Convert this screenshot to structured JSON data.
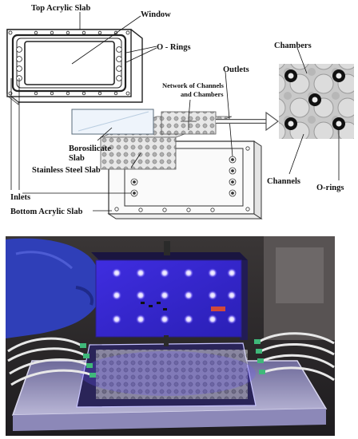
{
  "diagram": {
    "labels": {
      "top_acrylic_slab": "Top Acrylic Slab",
      "window": "Window",
      "o_rings": "O - Rings",
      "outlets": "Outlets",
      "network_line1": "Network of Channels",
      "network_line2": "and Chambers",
      "borosilicate_line1": "Borosilicate",
      "borosilicate_line2": "Slab",
      "stainless_steel_slab": "Stainless Steel Slab",
      "inlets": "Inlets",
      "bottom_acrylic_slab": "Bottom Acrylic Slab"
    },
    "zoom_labels": {
      "chambers": "Chambers",
      "channels": "Channels",
      "o_rings": "O-rings"
    }
  },
  "photo": {
    "description": "Assembled device with blue LED light panel above and tubing connected"
  },
  "colors": {
    "acrylic_outline": "#2b2b2b",
    "led_blue": "#3b2fd9",
    "glove_blue": "#2f3fb8",
    "background": "#ffffff"
  }
}
